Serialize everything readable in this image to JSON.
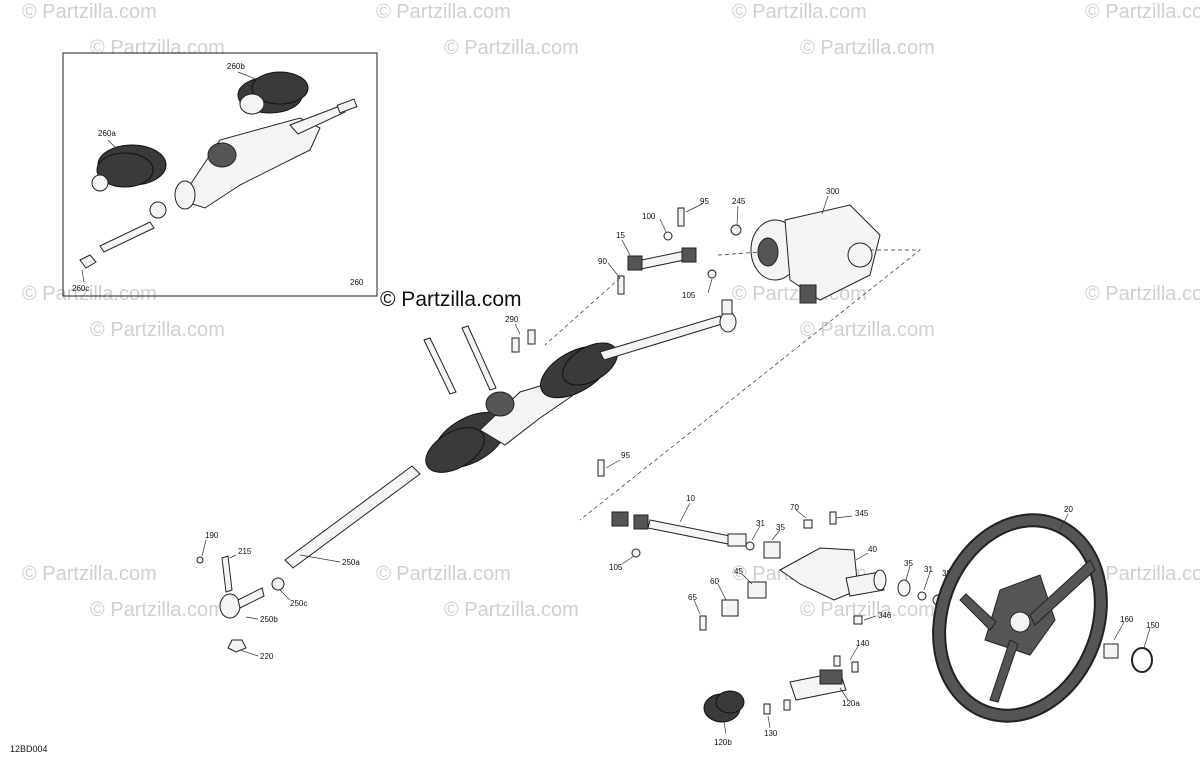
{
  "figure_code": "12BD004",
  "watermark": {
    "text": "© Partzilla.com",
    "main_text": "© Partzilla.com"
  },
  "inset": {
    "label": "260"
  },
  "callouts": {
    "c260a": "260a",
    "c260b": "260b",
    "c260c": "260c",
    "c100": "100",
    "c95a": "95",
    "c245": "245",
    "c300": "300",
    "c15": "15",
    "c90": "90",
    "c105a": "105",
    "c290": "290",
    "c95b": "95",
    "c10": "10",
    "c70": "70",
    "c345": "345",
    "c31a": "31",
    "c35a": "35",
    "c40": "40",
    "c105b": "105",
    "c45": "45",
    "c60": "60",
    "c65": "65",
    "c346": "346",
    "c35b": "35",
    "c31b": "31",
    "c38": "38",
    "c20": "20",
    "c140": "140",
    "c120a": "120a",
    "c120b": "120b",
    "c130": "130",
    "c160": "160",
    "c150": "150",
    "c190": "190",
    "c215": "215",
    "c250a": "250a",
    "c250b": "250b",
    "c250c": "250c",
    "c220": "220"
  },
  "colors": {
    "line": "#222222",
    "watermark": "#d0d0d0",
    "bellow": "#3a3a3a"
  }
}
